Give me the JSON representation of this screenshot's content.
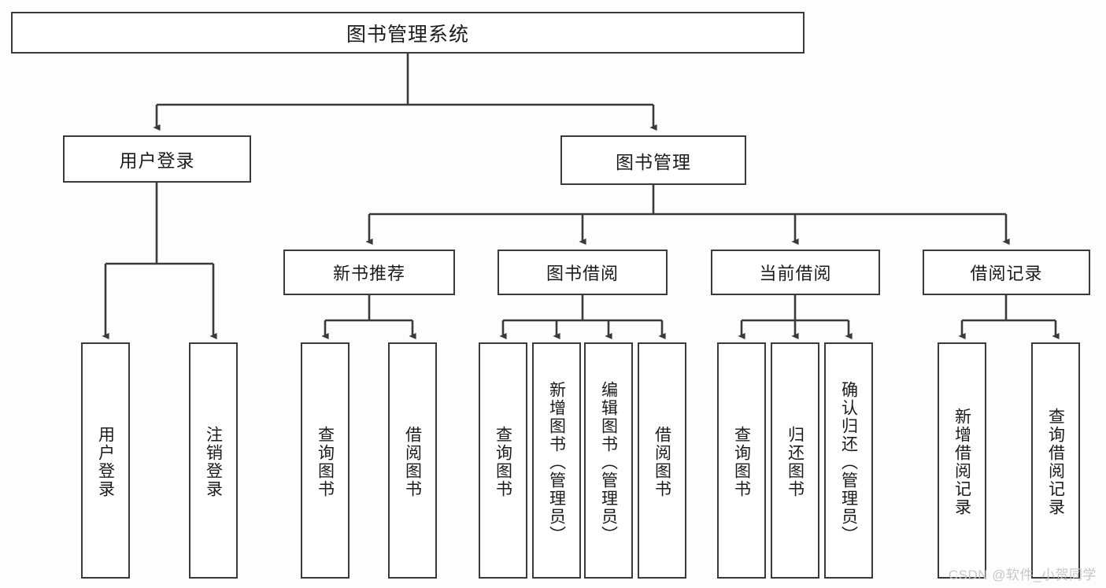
{
  "diagram": {
    "title": "图书管理系统",
    "type": "hierarchy-tree",
    "levels": 4,
    "watermark": "CSDN @软件_小贺同学",
    "colors": {
      "box_border": "#3a3a3a",
      "box_fill": "#ffffff",
      "connector": "#3a3a3a",
      "background": "#fdfdfd",
      "watermark_text": "#c7c7c7"
    }
  },
  "root": {
    "label": "图书管理系统"
  },
  "level2": [
    {
      "label": "用户登录"
    },
    {
      "label": "图书管理"
    }
  ],
  "level3": [
    {
      "label": "新书推荐"
    },
    {
      "label": "图书借阅"
    },
    {
      "label": "当前借阅"
    },
    {
      "label": "借阅记录"
    }
  ],
  "leaves": {
    "user_login": [
      {
        "label": "用户登录"
      },
      {
        "label": "注销登录"
      }
    ],
    "new_book": [
      {
        "label": "查询图书"
      },
      {
        "label": "借阅图书"
      }
    ],
    "book_borrow": [
      {
        "label": "查询图书"
      },
      {
        "label": "新增图书（管理员）"
      },
      {
        "label": "编辑图书（管理员）"
      },
      {
        "label": "借阅图书"
      }
    ],
    "current_borrow": [
      {
        "label": "查询图书"
      },
      {
        "label": "归还图书"
      },
      {
        "label": "确认归还（管理员）"
      }
    ],
    "borrow_record": [
      {
        "label": "新增借阅记录"
      },
      {
        "label": "查询借阅记录"
      }
    ]
  }
}
